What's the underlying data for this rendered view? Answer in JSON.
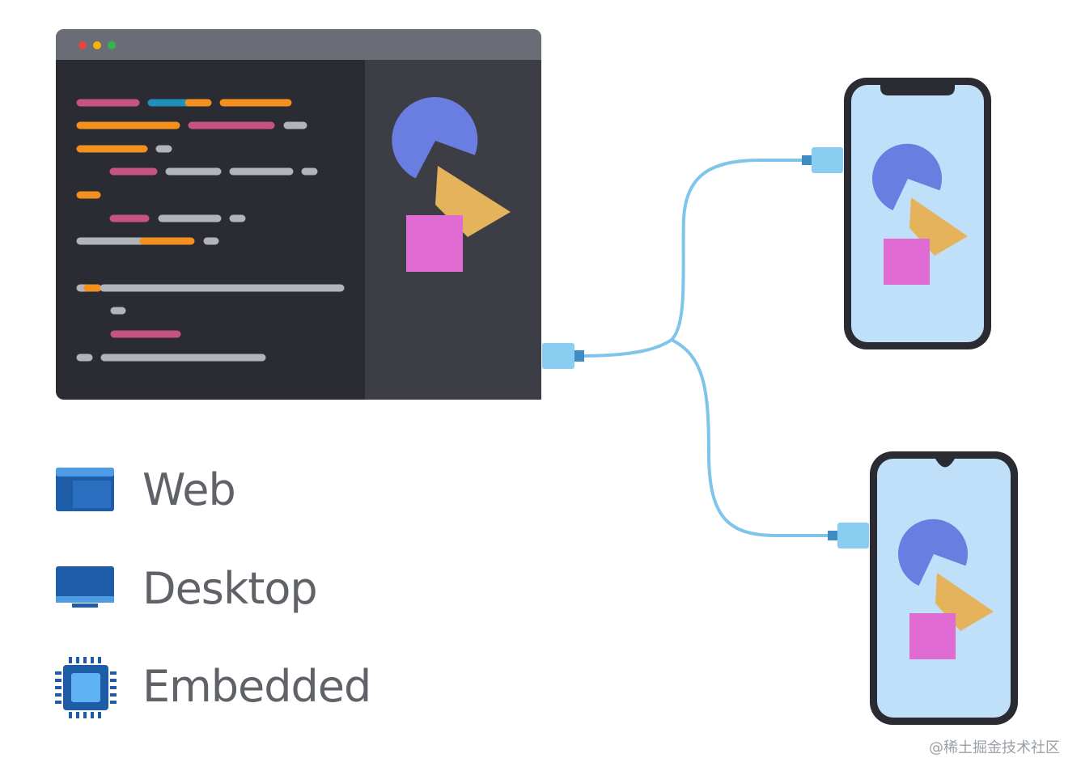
{
  "platforms": [
    {
      "label": "Web",
      "icon": "web-window-icon"
    },
    {
      "label": "Desktop",
      "icon": "desktop-monitor-icon"
    },
    {
      "label": "Embedded",
      "icon": "chip-icon"
    }
  ],
  "watermark": "@稀土掘金技术社区",
  "colors": {
    "editor_bg": "#2a2b33",
    "preview_bg": "#3c3d45",
    "titlebar": "#6b6d76",
    "phone_screen": "#bfe0f8",
    "cable": "#7fc4ea",
    "pie": "#6a7de1",
    "triangle": "#e5b35b",
    "square": "#e06cd3",
    "icon_blue": "#1f5ca8"
  }
}
